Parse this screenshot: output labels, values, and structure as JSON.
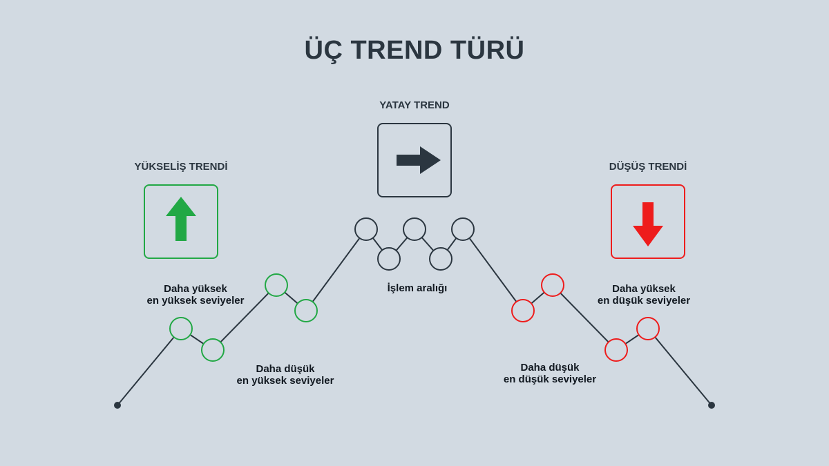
{
  "title": "ÜÇ TREND TÜRÜ",
  "sections": {
    "uptrend": {
      "label": "YÜKSELİŞ TRENDİ",
      "color": "#22a845",
      "icon": "arrow-up-icon"
    },
    "sideways": {
      "label": "YATAY TREND",
      "color": "#2b3640",
      "icon": "arrow-right-icon"
    },
    "downtrend": {
      "label": "DÜŞÜŞ TRENDİ",
      "color": "#ee1c1c",
      "icon": "arrow-down-icon"
    }
  },
  "notes": {
    "higher_highs": [
      "Daha yüksek",
      "en yüksek seviyeler"
    ],
    "lower_highs_up": [
      "Daha düşük",
      "en yüksek seviyeler"
    ],
    "range": [
      "İşlem aralığı"
    ],
    "higher_lows_down": [
      "Daha yüksek",
      "en düşük seviyeler"
    ],
    "lower_lows": [
      "Daha düşük",
      "en düşük seviyeler"
    ]
  },
  "colors": {
    "background": "#d2dae2",
    "line": "#2b3640"
  }
}
